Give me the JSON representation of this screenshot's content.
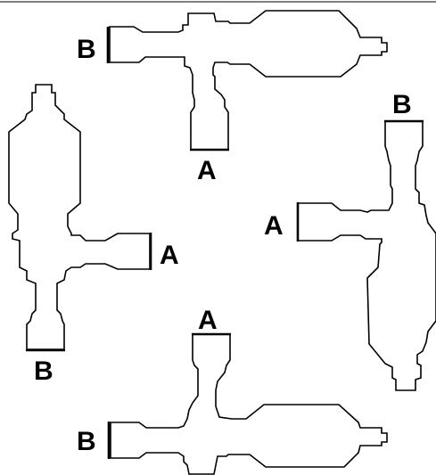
{
  "colors": {
    "stroke": "#000000",
    "background": "#ffffff"
  },
  "valves": [
    {
      "id": "top",
      "labels": {
        "a": "A",
        "b": "B"
      }
    },
    {
      "id": "left",
      "labels": {
        "a": "A",
        "b": "B"
      }
    },
    {
      "id": "right",
      "labels": {
        "a": "A",
        "b": "B"
      }
    },
    {
      "id": "bottom",
      "labels": {
        "a": "A",
        "b": "B"
      }
    }
  ]
}
